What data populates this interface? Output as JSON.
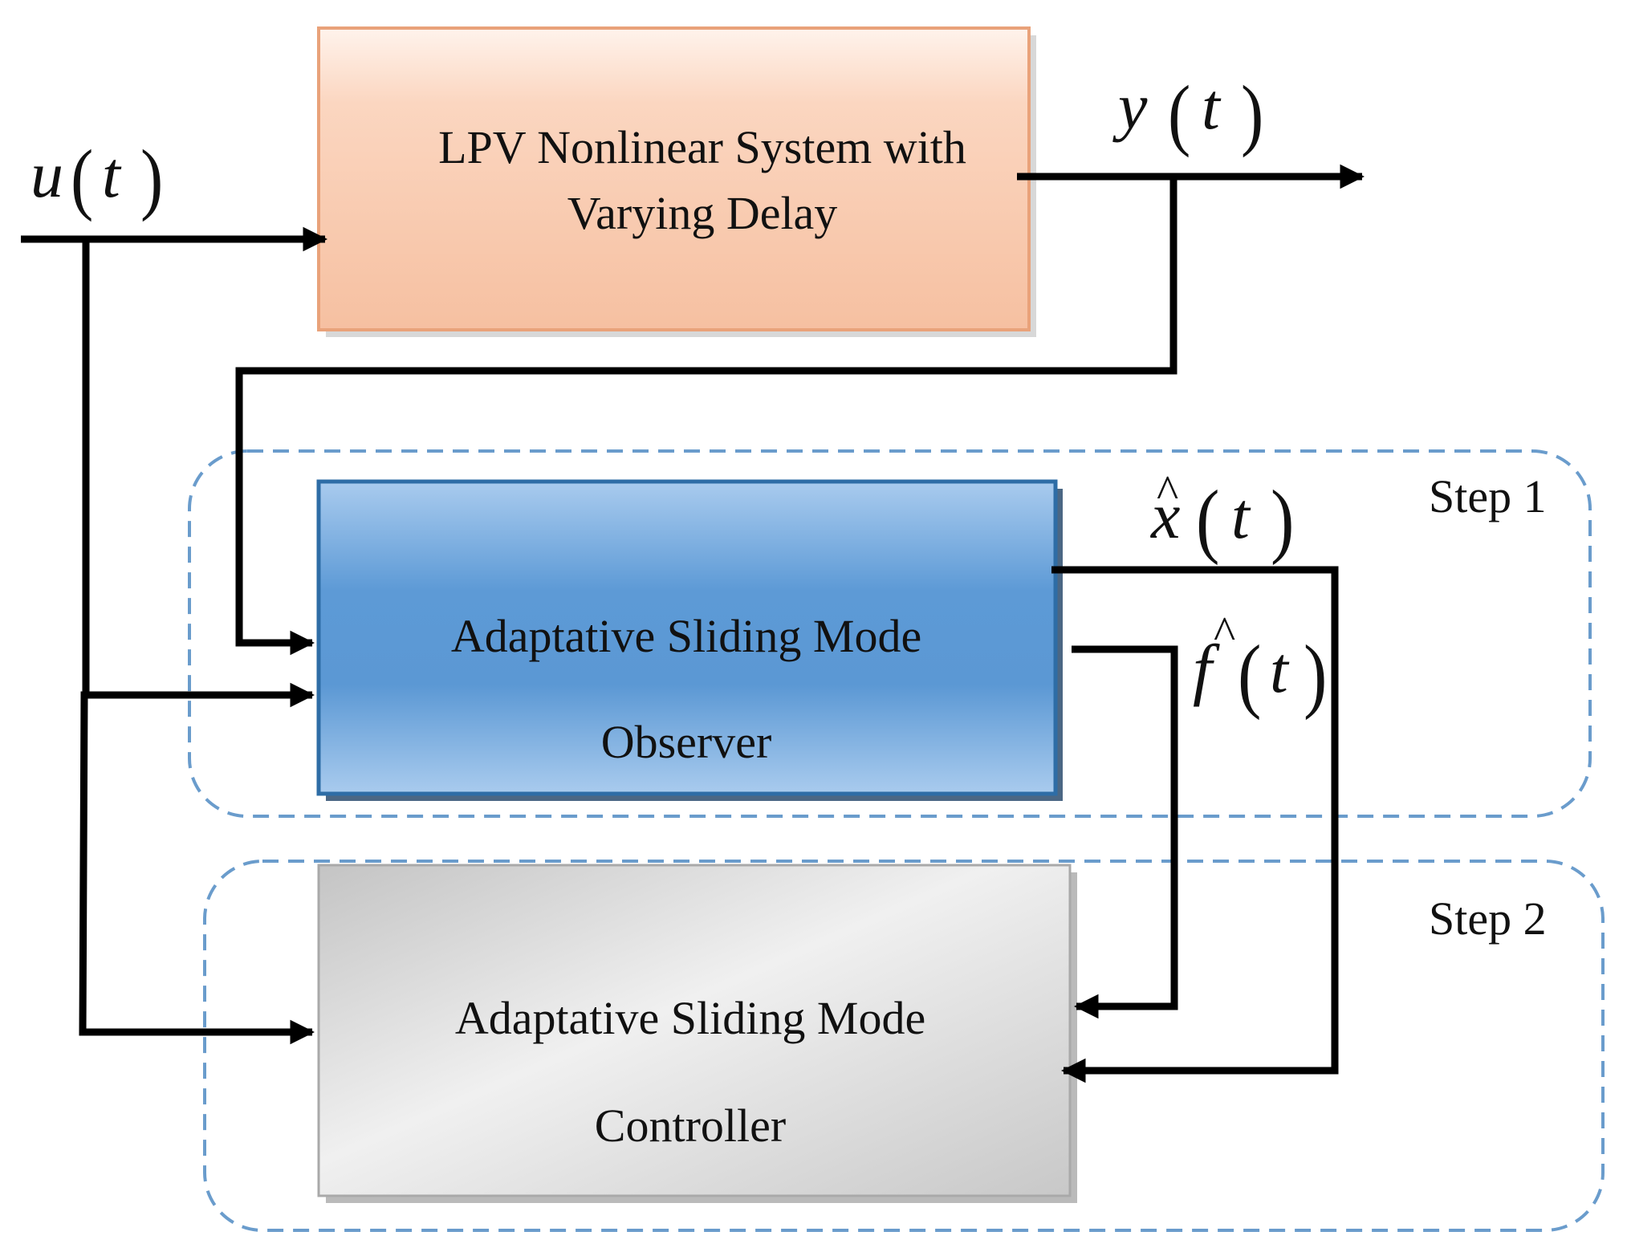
{
  "blocks": {
    "system": {
      "line1": "LPV Nonlinear System with",
      "line2": "Varying Delay"
    },
    "observer": {
      "line1": "Adaptative Sliding Mode",
      "line2": "Observer"
    },
    "controller": {
      "line1": "Adaptative  Sliding Mode",
      "line2": "Controller"
    }
  },
  "steps": {
    "step1": "Step 1",
    "step2": "Step 2"
  },
  "signals": {
    "input": {
      "symbol": "u",
      "arg": "t"
    },
    "output": {
      "symbol": "y",
      "arg": "t"
    },
    "state_estimate": {
      "symbol": "x",
      "hat": "^",
      "arg": "t"
    },
    "fault_estimate": {
      "symbol": "f",
      "hat": "^",
      "arg": "t"
    }
  },
  "colors": {
    "system_fill": "#f9c9ad",
    "system_border": "#e9a27a",
    "observer_fill": "#5b9bd5",
    "observer_border": "#2e6da6",
    "controller_fill": "#dcdcdc",
    "controller_border": "#a9a9a9",
    "step_dash": "#6a9ccc",
    "wire": "#000000"
  }
}
